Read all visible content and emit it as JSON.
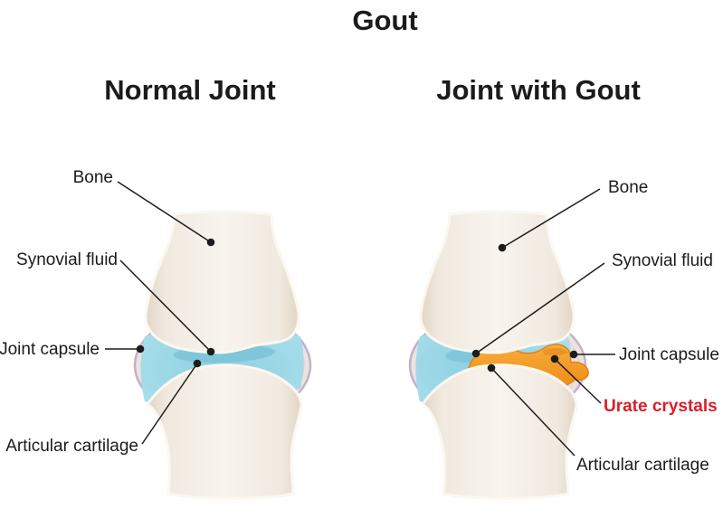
{
  "title": "Gout",
  "panels": [
    {
      "subtitle": "Normal Joint",
      "labels": {
        "bone": "Bone",
        "synovial_fluid": "Synovial fluid",
        "joint_capsule": "Joint capsule",
        "articular_cartilage": "Articular cartilage"
      }
    },
    {
      "subtitle": "Joint with Gout",
      "labels": {
        "bone": "Bone",
        "synovial_fluid": "Synovial fluid",
        "joint_capsule": "Joint capsule",
        "urate_crystals": "Urate crystals",
        "articular_cartilage": "Articular cartilage"
      }
    }
  ],
  "colors": {
    "text": "#1b1b1b",
    "urate_label": "#d6202a",
    "leader_line": "#1c1c1c",
    "bone": "#f8f4ee",
    "bone_shade": "#e2d5c5",
    "bone_rim": "#fbf7f1",
    "synovial_fluid": "#a9deeb",
    "synovial_fluid_deep": "#7ac3d8",
    "capsule_fill": "#ede3dc",
    "capsule_line": "#c3b0cd",
    "urate_crystals": "#f6a028",
    "urate_crystals_dark": "#e2821a"
  }
}
